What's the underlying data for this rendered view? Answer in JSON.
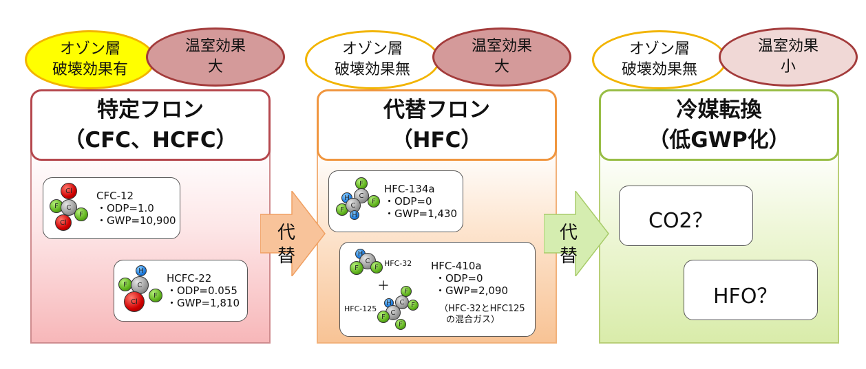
{
  "columns": [
    {
      "ozone": [
        "オゾン層",
        "破壊効果有"
      ],
      "greenhouse": [
        "温室効果",
        "大"
      ],
      "title": [
        "特定フロン",
        "（CFC、HCFC）"
      ],
      "cards": [
        {
          "name": "CFC-12",
          "odp": "・ODP=1.0",
          "gwp": "・GWP=10,900"
        },
        {
          "name": "HCFC-22",
          "odp": "・ODP=0.055",
          "gwp": "・GWP=1,810"
        }
      ]
    },
    {
      "ozone": [
        "オゾン層",
        "破壊効果無"
      ],
      "greenhouse": [
        "温室効果",
        "大"
      ],
      "title": [
        "代替フロン",
        "（HFC）"
      ],
      "cards": [
        {
          "name": "HFC-134a",
          "odp": "・ODP=0",
          "gwp": "・GWP=1,430"
        },
        {
          "name": "HFC-410a",
          "odp": "・ODP=0",
          "gwp": "・GWP=2,090",
          "label_a": "HFC-32",
          "plus": "＋",
          "label_b": "HFC-125",
          "note": [
            "（HFC-32とHFC125",
            "の混合ガス）"
          ]
        }
      ]
    },
    {
      "ozone": [
        "オゾン層",
        "破壊効果無"
      ],
      "greenhouse": [
        "温室効果",
        "小"
      ],
      "title": [
        "冷媒転換",
        "（低GWP化）"
      ],
      "options": [
        "CO2？",
        "HFO？"
      ]
    }
  ],
  "arrows": [
    {
      "label": [
        "代",
        "替"
      ],
      "color": "#f8c39a"
    },
    {
      "label": [
        "代",
        "替"
      ],
      "color": "#d5edb0"
    }
  ],
  "atoms": {
    "cl": "Cl",
    "f": "F",
    "c": "C",
    "h": "H"
  },
  "colors": {
    "chlorine": "#d00000",
    "fluorine": "#5fb21c",
    "carbon": "#9a9a9a",
    "hydrogen": "#1d7de0",
    "ozone_yes": "#ffff00",
    "ozone_border": "#f2b400",
    "greenhouse_big": "#d49a9a",
    "greenhouse_small": "#f0d8d6"
  }
}
